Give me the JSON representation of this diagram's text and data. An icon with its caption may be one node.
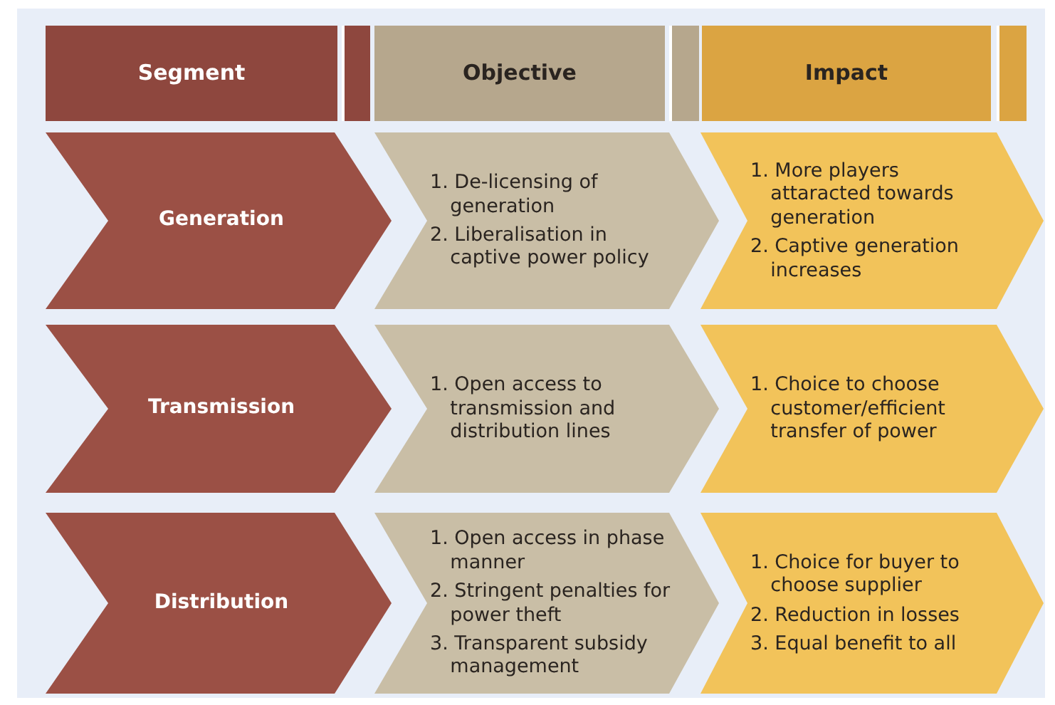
{
  "diagram": {
    "nodes": [
      {
        "text": [
          "Segment"
        ]
      },
      {
        "text": [
          "Objective"
        ]
      },
      {
        "text": [
          "Impact"
        ]
      },
      {
        "text": [
          "Generation"
        ]
      },
      {
        "text": [
          "1. De-licensing of generation",
          "2. Liberalisation in captive power policy"
        ]
      },
      {
        "text": [
          "1. More players attaracted towards generation",
          "2. Captive generation increases"
        ]
      },
      {
        "text": [
          "Transmission"
        ]
      },
      {
        "text": [
          "1. Open access to transmission and distribution lines"
        ]
      },
      {
        "text": [
          "1. Choice to choose customer/efficient transfer of power"
        ]
      },
      {
        "text": [
          "Distribution"
        ]
      },
      {
        "text": [
          "1. Open access in phase manner",
          "2. Stringent penalties for power theft",
          "3. Transparent subsidy management"
        ]
      },
      {
        "text": [
          "1. Choice for buyer to choose supplier",
          "2. Reduction in losses",
          "3. Equal benefit to all"
        ]
      }
    ]
  }
}
